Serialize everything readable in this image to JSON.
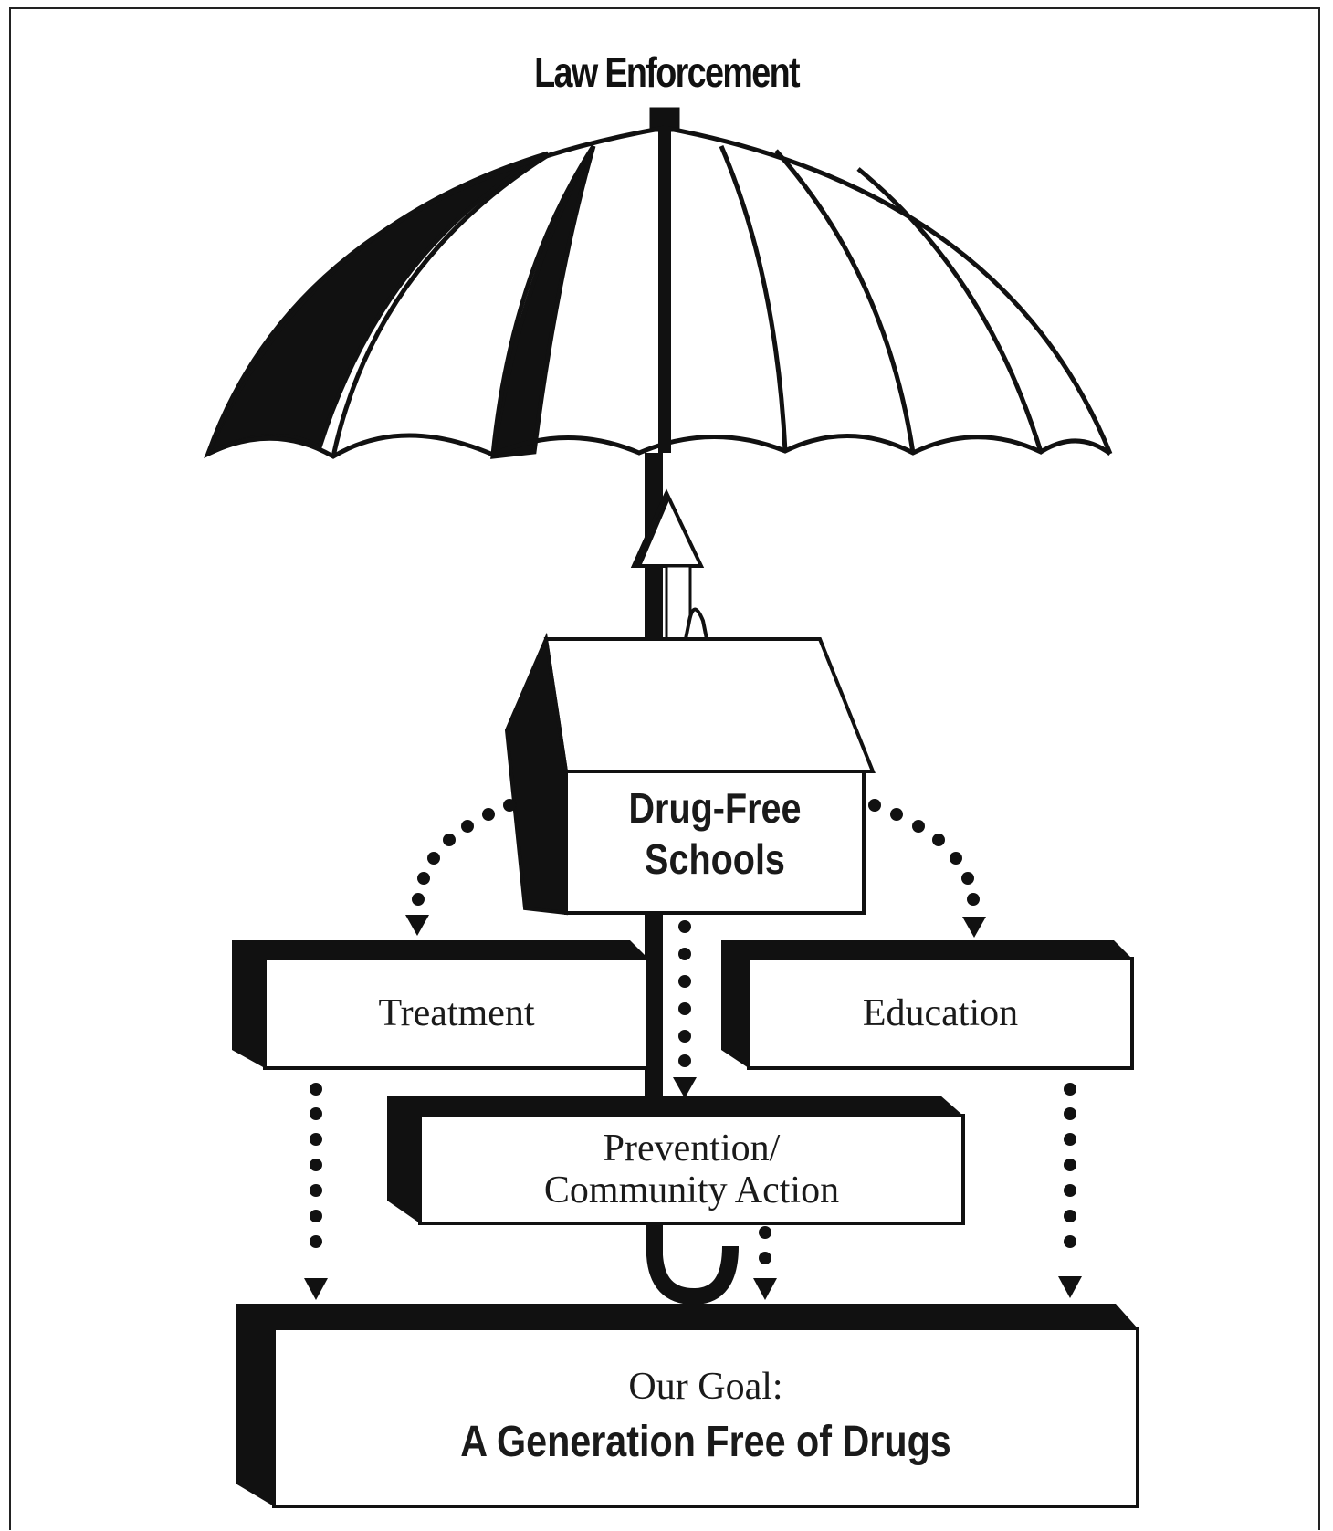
{
  "title": "Law Enforcement",
  "school": {
    "line1": "Drug-Free",
    "line2": "Schools"
  },
  "boxes": {
    "treatment": "Treatment",
    "education": "Education",
    "prevention_line1": "Prevention/",
    "prevention_line2": "Community Action",
    "goal_line1": "Our Goal:",
    "goal_line2": "A Generation Free of Drugs"
  },
  "colors": {
    "ink": "#111111",
    "paper": "#ffffff"
  }
}
